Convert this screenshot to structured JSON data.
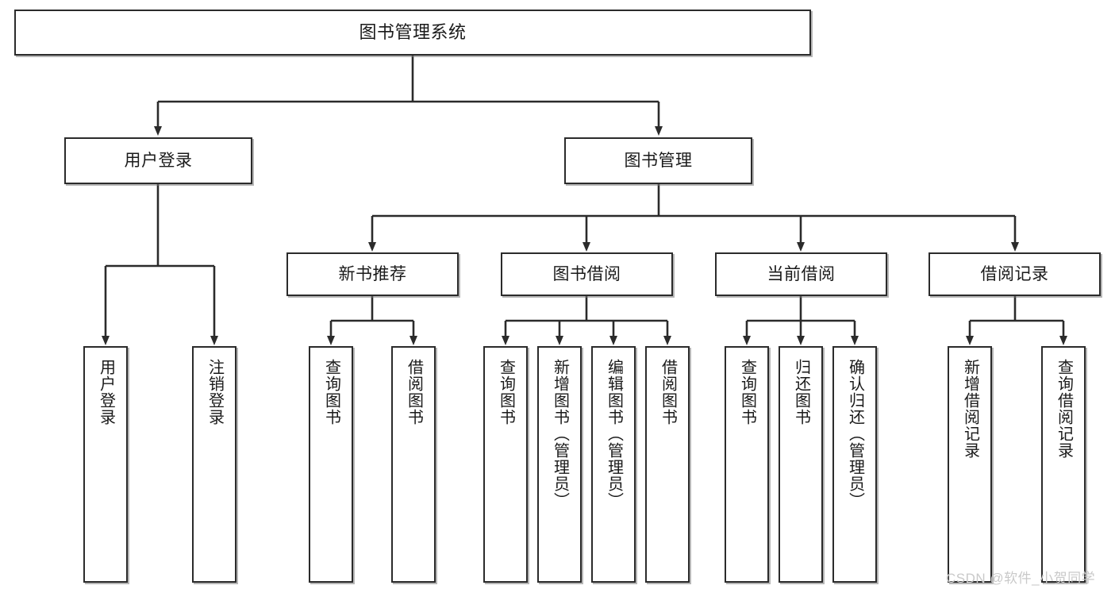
{
  "diagram": {
    "type": "hierarchy-tree",
    "title": "图书管理系统",
    "watermark": "CSDN @软件_小贺同学",
    "colors": {
      "background": "#ffffff",
      "node_border": "#2b2b2b",
      "node_fill": "#ffffff",
      "connector": "#2b2b2b",
      "text": "#1a1a1a",
      "watermark": "#c9c9c9"
    },
    "nodes": {
      "root": {
        "label": "图书管理系统"
      },
      "level1": [
        {
          "label": "用户登录"
        },
        {
          "label": "图书管理"
        }
      ],
      "level2": [
        {
          "label": "新书推荐"
        },
        {
          "label": "图书借阅"
        },
        {
          "label": "当前借阅"
        },
        {
          "label": "借阅记录"
        }
      ],
      "leaves": {
        "user_login": [
          {
            "label": "用户登录"
          },
          {
            "label": "注销登录"
          }
        ],
        "new_book_recommend": [
          {
            "label": "查询图书"
          },
          {
            "label": "借阅图书"
          }
        ],
        "book_borrow": [
          {
            "label": "查询图书"
          },
          {
            "label": "新增图书（管理员）"
          },
          {
            "label": "编辑图书（管理员）"
          },
          {
            "label": "借阅图书"
          }
        ],
        "current_borrow": [
          {
            "label": "查询图书"
          },
          {
            "label": "归还图书"
          },
          {
            "label": "确认归还（管理员）"
          }
        ],
        "borrow_record": [
          {
            "label": "新增借阅记录"
          },
          {
            "label": "查询借阅记录"
          }
        ]
      }
    }
  }
}
